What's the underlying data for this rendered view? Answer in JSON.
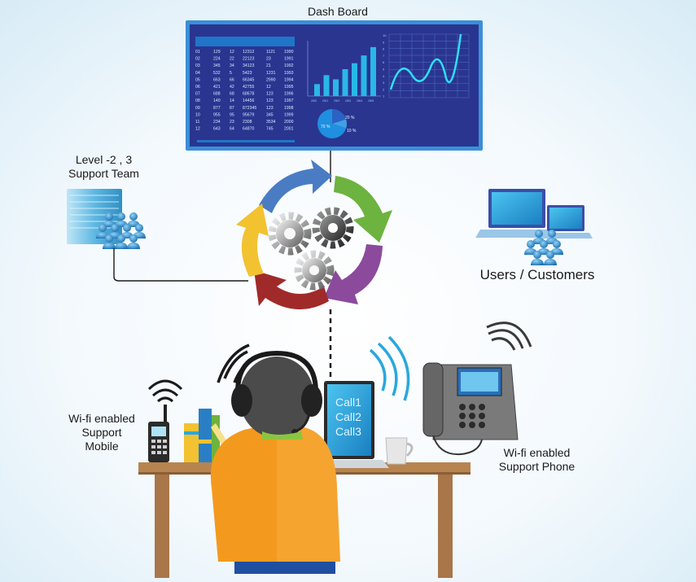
{
  "diagram": {
    "title": "Dash Board",
    "nodes": {
      "support_team": {
        "line1": "Level -2 , 3",
        "line2": "Support Team"
      },
      "users": "Users / Customers",
      "mobile": {
        "line1": "Wi-fi enabled",
        "line2": "Support",
        "line3": "Mobile"
      },
      "phone": {
        "line1": "Wi-fi enabled",
        "line2": "Support Phone"
      }
    },
    "calls": [
      "Call1",
      "Call2",
      "Call3"
    ]
  },
  "dashboard": {
    "table_rows": [
      [
        "01",
        "129",
        "12",
        "12312",
        "1121",
        "1990"
      ],
      [
        "02",
        "224",
        "22",
        "22123",
        "23",
        "1991"
      ],
      [
        "03",
        "345",
        "34",
        "34123",
        "21",
        "1992"
      ],
      [
        "04",
        "532",
        "5",
        "5423",
        "1231",
        "1993"
      ],
      [
        "05",
        "663",
        "66",
        "66345",
        "2990",
        "1994"
      ],
      [
        "06",
        "421",
        "42",
        "42755",
        "12",
        "1995"
      ],
      [
        "07",
        "688",
        "68",
        "68678",
        "123",
        "1996"
      ],
      [
        "08",
        "140",
        "14",
        "14456",
        "123",
        "1997"
      ],
      [
        "09",
        "877",
        "87",
        "872345",
        "123",
        "1998"
      ],
      [
        "10",
        "955",
        "95",
        "95679",
        "345",
        "1999"
      ],
      [
        "11",
        "234",
        "23",
        "2308",
        "3534",
        "2000"
      ],
      [
        "12",
        "643",
        "64",
        "64870",
        "745",
        "2001"
      ]
    ],
    "bars": [
      20,
      35,
      28,
      45,
      55,
      68,
      82
    ],
    "bar_ticks": [
      "2000",
      "2001",
      "2002",
      "2003",
      "2004",
      "2005"
    ],
    "line_ticks": [
      "10",
      "9",
      "8",
      "7",
      "6",
      "5",
      "4",
      "3",
      "2",
      "1"
    ],
    "pie_labels": [
      "70 %",
      "20 %",
      "10 %"
    ]
  },
  "colors": {
    "screen": "#2a3590",
    "chart_cyan": "#2ab7e8",
    "arrow_blue": "#4a7cc4",
    "arrow_green": "#6cb33f",
    "arrow_purple": "#8b4a9c",
    "arrow_red": "#a02a2a",
    "arrow_yellow": "#f2c230",
    "desk": "#a9764a",
    "shirt": "#f39a1e"
  }
}
